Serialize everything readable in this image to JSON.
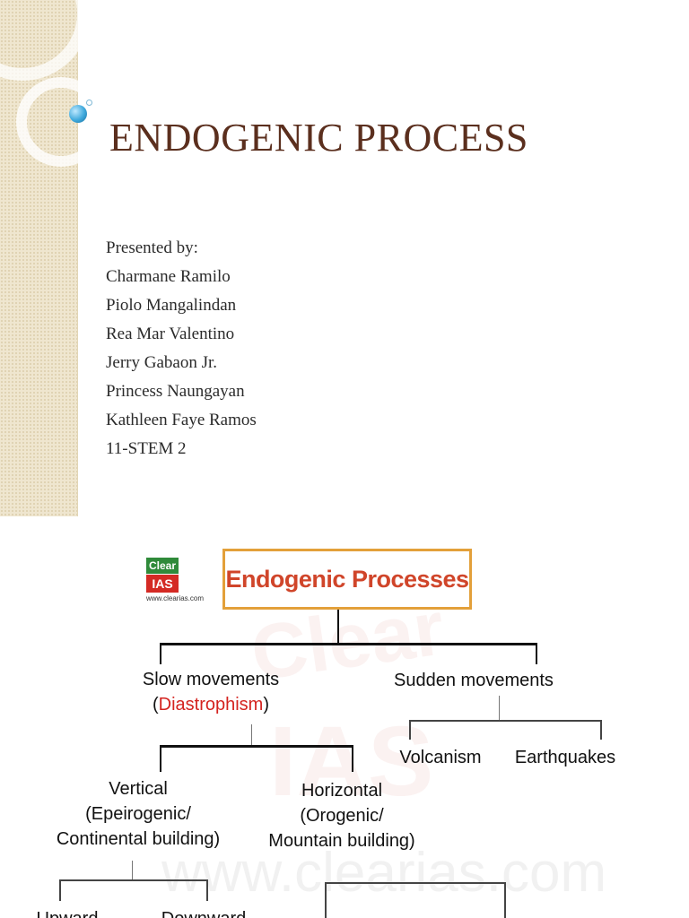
{
  "slide1": {
    "title": "ENDOGENIC PROCESS",
    "presenters_heading": "Presented by:",
    "presenters": [
      "Charmane Ramilo",
      "Piolo Mangalindan",
      "Rea Mar Valentino",
      "Jerry Gabaon Jr.",
      "Princess Naungayan",
      "Kathleen Faye Ramos"
    ],
    "section": "11-STEM 2"
  },
  "slide2": {
    "logo": {
      "top": "Clear",
      "bottom": "IAS",
      "url": "www.clearias.com"
    },
    "watermark": {
      "line1": "Clear",
      "line2": "IAS",
      "url": "www.clearias.com"
    },
    "root": "Endogenic Processes",
    "slow": {
      "line1": "Slow movements",
      "open_paren": "(",
      "highlight": "Diastrophism",
      "close_paren": ")"
    },
    "sudden": "Sudden movements",
    "volcanism": "Volcanism",
    "earthquakes": "Earthquakes",
    "vertical": {
      "line1": "Vertical",
      "line2": "(Epeirogenic/",
      "line3": "Continental building)"
    },
    "horizontal": {
      "line1": "Horizontal",
      "line2": "(Orogenic/",
      "line3": "Mountain building)"
    },
    "upward": "Upward",
    "downward": "Downward"
  }
}
